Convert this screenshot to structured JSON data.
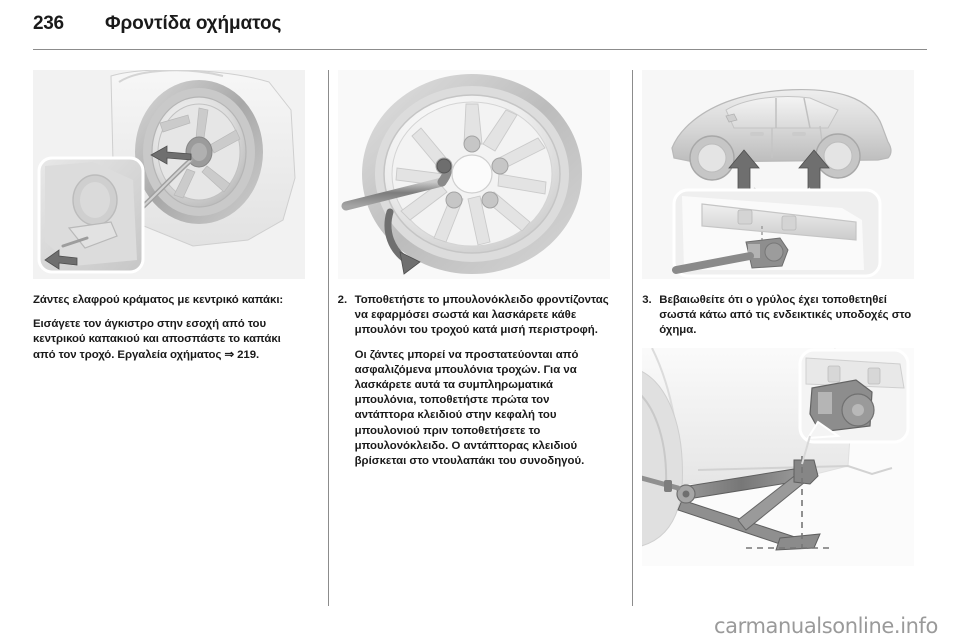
{
  "header": {
    "page_number": "236",
    "chapter_title": "Φροντίδα οχήματος"
  },
  "columns": {
    "left": {
      "figure_caption_name": "wheel-hubcap-removal",
      "heading": "Ζάντες ελαφρού κράματος με κεντρικό καπάκι:",
      "body": "Εισάγετε τον άγκιστρο στην εσοχή από του κεντρικού καπακιού και αποσπάστε το καπάκι από τον τροχό. Εργαλεία οχήματος",
      "reference_symbol": "⇒",
      "reference_page": "219."
    },
    "middle": {
      "figure_name": "wheel-lug-wrench",
      "step_number": "2.",
      "step_text": "Τοποθετήστε το μπουλονόκλειδο φροντίζοντας να εφαρμόσει σωστά και λασκάρετε κάθε μπουλόνι του τροχού κατά μισή περιστροφή.",
      "note_text": "Οι ζάντες μπορεί να προστατεύονται από ασφαλιζόμενα μπουλόνια τροχών. Για να λασκάρετε αυτά τα συμπληρωματικά μπουλόνια, τοποθετήστε πρώτα τον αντάπτορα κλειδιού στην κεφαλή του μπουλονιού πριν τοποθετήσετε το μπουλονόκλειδο. Ο αντάπτορας κλειδιού βρίσκεται στο ντουλαπάκι του συνοδηγού."
    },
    "right": {
      "figure_top_name": "vehicle-jacking-points",
      "figure_bottom_name": "jack-positioned-under-sill",
      "step_number": "3.",
      "step_text": "Βεβαιωθείτε ότι ο γρύλος έχει τοποθετηθεί σωστά κάτω από τις ενδεικτικές υποδοχές στο όχημα."
    }
  },
  "footer": {
    "watermark": "carmanualsonline.info"
  },
  "colors": {
    "text": "#1a1a1a",
    "rule": "#8c8c8c",
    "figure_bg": "#f2f2f2",
    "watermark": "#9a9a9a"
  }
}
